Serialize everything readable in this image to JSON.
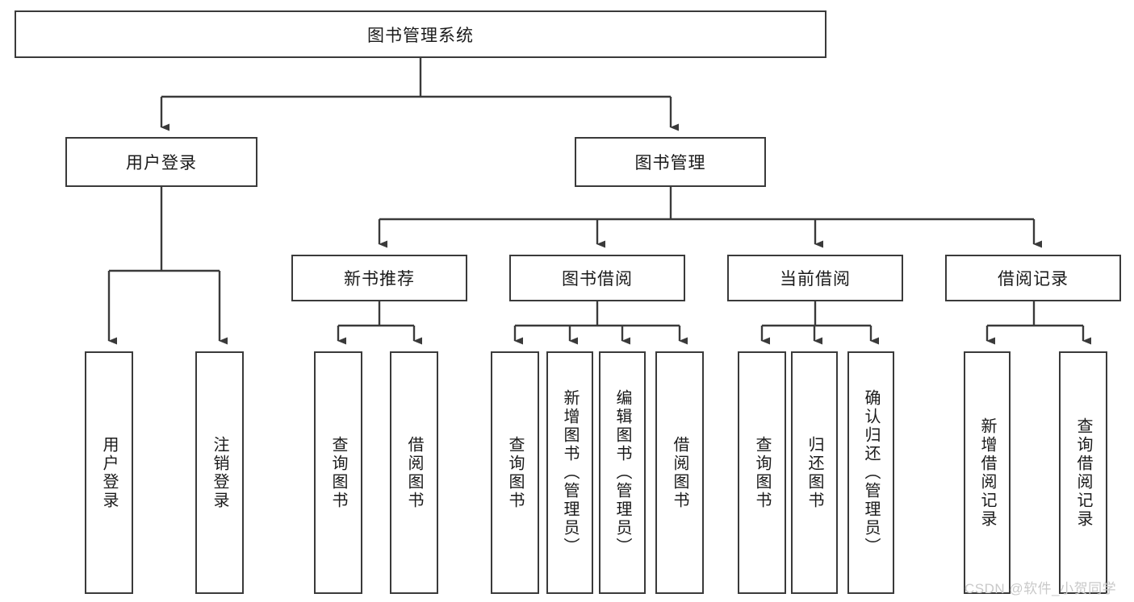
{
  "diagram": {
    "type": "tree-hierarchy-chart",
    "title": "图书管理系统",
    "watermark": "CSDN @软件_小贺同学",
    "levels": {
      "root": {
        "label": "图书管理系统"
      },
      "level2": [
        {
          "id": "user-login",
          "label": "用户登录"
        },
        {
          "id": "book-manage",
          "label": "图书管理"
        }
      ],
      "level3": [
        {
          "id": "new-book-recommend",
          "label": "新书推荐",
          "parent": "book-manage"
        },
        {
          "id": "book-borrow",
          "label": "图书借阅",
          "parent": "book-manage"
        },
        {
          "id": "current-borrow",
          "label": "当前借阅",
          "parent": "book-manage"
        },
        {
          "id": "borrow-record",
          "label": "借阅记录",
          "parent": "book-manage"
        }
      ],
      "leaves": [
        {
          "id": "leaf-user-login",
          "label": "用户登录",
          "parent": "user-login"
        },
        {
          "id": "leaf-logout",
          "label": "注销登录",
          "parent": "user-login"
        },
        {
          "id": "leaf-query-book-1",
          "label": "查询图书",
          "parent": "new-book-recommend"
        },
        {
          "id": "leaf-borrow-book-1",
          "label": "借阅图书",
          "parent": "new-book-recommend"
        },
        {
          "id": "leaf-query-book-2",
          "label": "查询图书",
          "parent": "book-borrow"
        },
        {
          "id": "leaf-add-book",
          "label": "新增图书（管理员）",
          "parent": "book-borrow"
        },
        {
          "id": "leaf-edit-book",
          "label": "编辑图书（管理员）",
          "parent": "book-borrow"
        },
        {
          "id": "leaf-borrow-book-2",
          "label": "借阅图书",
          "parent": "book-borrow"
        },
        {
          "id": "leaf-query-book-3",
          "label": "查询图书",
          "parent": "current-borrow"
        },
        {
          "id": "leaf-return-book",
          "label": "归还图书",
          "parent": "current-borrow"
        },
        {
          "id": "leaf-confirm-return",
          "label": "确认归还（管理员）",
          "parent": "current-borrow"
        },
        {
          "id": "leaf-add-record",
          "label": "新增借阅记录",
          "parent": "borrow-record"
        },
        {
          "id": "leaf-query-record",
          "label": "查询借阅记录",
          "parent": "borrow-record"
        }
      ]
    },
    "colors": {
      "stroke": "#3a3a3a",
      "background": "#ffffff",
      "text": "#1a1a1a",
      "watermark": "#c9c9c9"
    }
  }
}
